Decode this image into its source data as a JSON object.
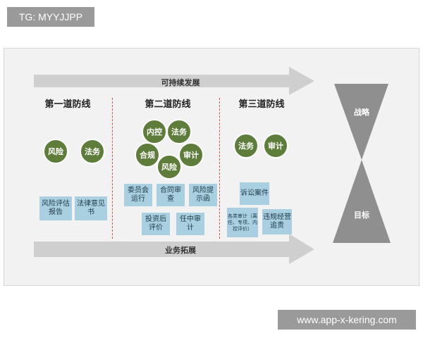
{
  "tag": "TG: MYYJJPP",
  "watermark": "www.app-x-kering.com",
  "arrows": {
    "top": "可持续发展",
    "bottom": "业务拓展"
  },
  "columns": [
    {
      "title": "第一道防线",
      "circles": [
        "风险",
        "法务"
      ],
      "boxes": [
        "风险评估报告",
        "法律意见书"
      ]
    },
    {
      "title": "第二道防线",
      "circles": [
        "内控",
        "法务",
        "合规",
        "审计",
        "风险"
      ],
      "boxes": [
        "委员会运行",
        "合同审查",
        "风险提示函",
        "投资后评价",
        "任中审计"
      ]
    },
    {
      "title": "第三道防线",
      "circles": [
        "法务",
        "审计"
      ],
      "boxes": [
        "诉讼案件",
        "各类审计（离任、专项、内控评价）",
        "违规经营追责"
      ]
    }
  ],
  "hourglass": {
    "top": "战略",
    "bottom": "目标"
  },
  "colors": {
    "circle": "#5f7d3a",
    "box": "#a9d0e0",
    "arrow": "#cfcfcf",
    "hourglass": "#8f8f8f",
    "divider": "#d9534f"
  }
}
